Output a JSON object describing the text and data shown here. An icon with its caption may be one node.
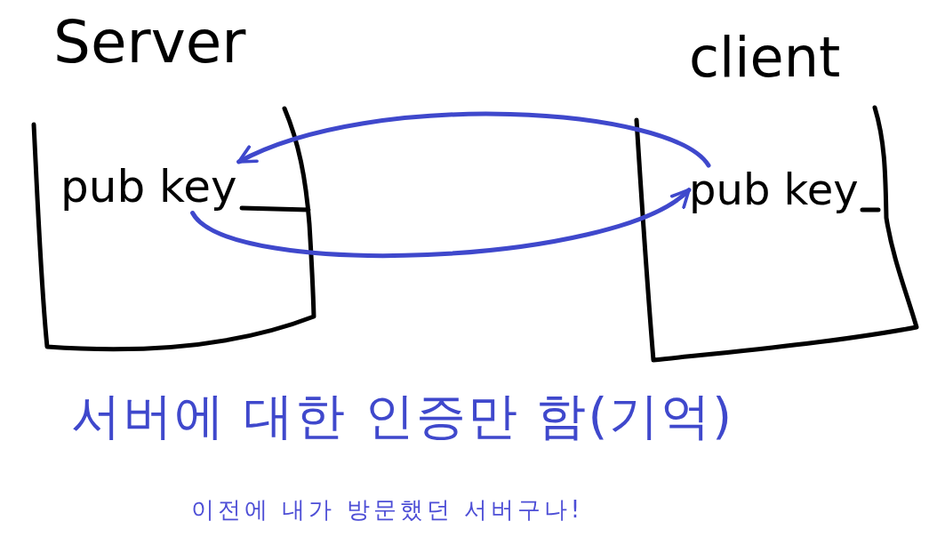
{
  "diagram": {
    "nodes": [
      {
        "text": [
          "Server"
        ]
      },
      {
        "text": [
          "pub key"
        ],
        "in": 0
      },
      {
        "text": [
          "client"
        ]
      },
      {
        "text": [
          "pub key"
        ],
        "in": 2
      }
    ],
    "edges": [
      {
        "from": 3,
        "to": 1,
        "arrow": "to"
      },
      {
        "from": 1,
        "to": 3,
        "arrow": "to"
      }
    ],
    "labels": [
      "서버에 대한 인증만 함(기억)",
      "이전에 내가 방문했던 서버구나!"
    ]
  }
}
